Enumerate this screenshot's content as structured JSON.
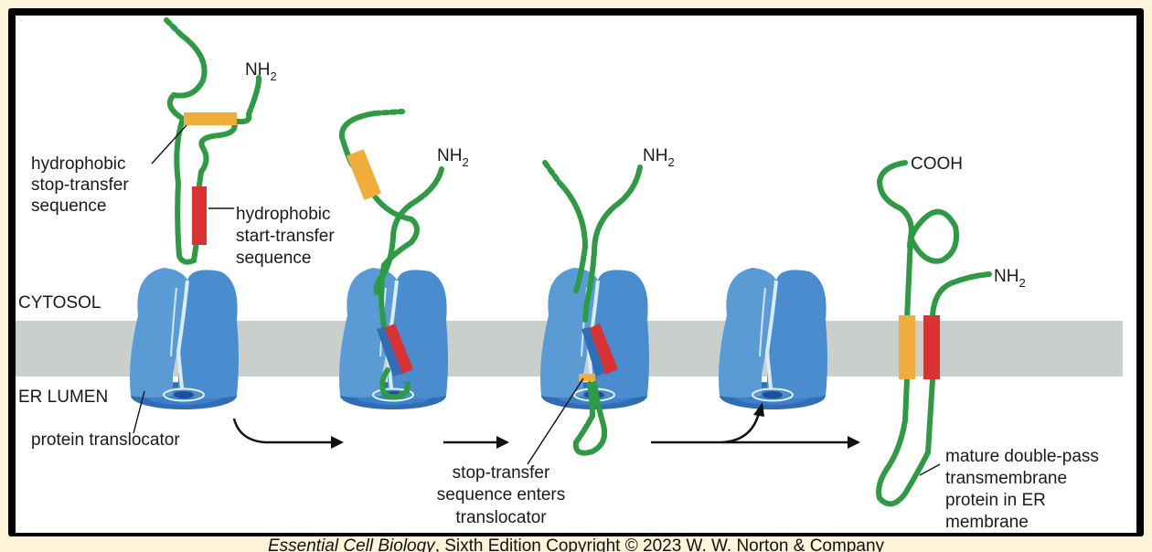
{
  "colors": {
    "background": "#fdf3d8",
    "membrane": "#c9cfcb",
    "translocator_light": "#5b9bd5",
    "translocator_dark": "#2f6db5",
    "chain": "#2e9a44",
    "start_transfer": "#d93232",
    "stop_transfer": "#f0ad3c"
  },
  "labels": {
    "cytosol": "CYTOSOL",
    "er_lumen": "ER LUMEN",
    "nh2": "NH",
    "nh2_sub": "2",
    "cooh": "COOH",
    "stop_transfer_line1": "hydrophobic",
    "stop_transfer_line2": "stop-transfer",
    "stop_transfer_line3": "sequence",
    "start_transfer_line1": "hydrophobic",
    "start_transfer_line2": "start-transfer",
    "start_transfer_line3": "sequence",
    "translocator": "protein translocator",
    "enters_line1": "stop-transfer",
    "enters_line2": "sequence enters",
    "enters_line3": "translocator",
    "mature_line1": "mature double-pass",
    "mature_line2": "transmembrane",
    "mature_line3": "protein in ER",
    "mature_line4": "membrane"
  },
  "caption": {
    "title": "Essential Cell Biology",
    "rest": ", Sixth Edition Copyright © 2023 W. W. Norton & Company"
  }
}
